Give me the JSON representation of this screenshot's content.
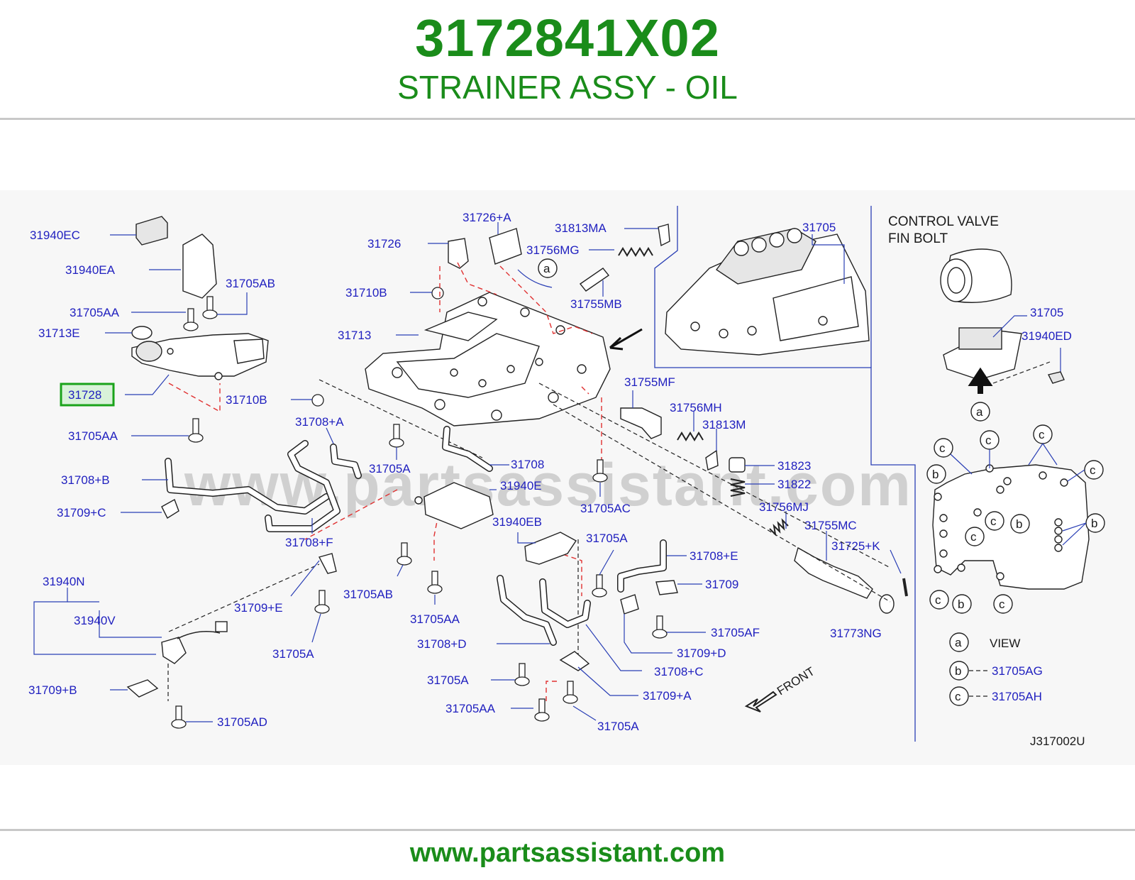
{
  "header": {
    "part_number": "3172841X02",
    "part_description": "STRAINER ASSY - OIL"
  },
  "diagram": {
    "watermark": "www.partsassistant.com",
    "highlighted_label": "31728",
    "labels": {
      "l_31940EC": "31940EC",
      "l_31940EA": "31940EA",
      "l_31705AB_1": "31705AB",
      "l_31705AA_1": "31705AA",
      "l_31713E": "31713E",
      "l_31710B_1": "31710B",
      "l_31705AA_2": "31705AA",
      "l_31708pB": "31708+B",
      "l_31709pC": "31709+C",
      "l_31708pF": "31708+F",
      "l_31708pA": "31708+A",
      "l_31940N": "31940N",
      "l_31940V": "31940V",
      "l_31709pE": "31709+E",
      "l_31705A_1": "31705A",
      "l_31709pB": "31709+B",
      "l_31705AD": "31705AD",
      "l_31726pA": "31726+A",
      "l_31726": "31726",
      "l_31710B_2": "31710B",
      "l_31713": "31713",
      "l_31813MA": "31813MA",
      "l_31756MG": "31756MG",
      "l_31755MB": "31755MB",
      "l_31705A_2": "31705A",
      "l_31708": "31708",
      "l_31940E": "31940E",
      "l_31940EB": "31940EB",
      "l_31705AB_2": "31705AB",
      "l_31705AA_3": "31705AA",
      "l_31708pD": "31708+D",
      "l_31705A_3": "31705A",
      "l_31705AA_4": "31705AA",
      "l_31705A_4": "31705A",
      "l_31709pA": "31709+A",
      "l_31708pC": "31708+C",
      "l_31705A_5": "31705A",
      "l_31708pE": "31708+E",
      "l_31709": "31709",
      "l_31705AF": "31705AF",
      "l_31709pD": "31709+D",
      "l_31705AC": "31705AC",
      "l_31755MF": "31755MF",
      "l_31756MH": "31756MH",
      "l_31813M": "31813M",
      "l_31823": "31823",
      "l_31822": "31822",
      "l_31756MJ": "31756MJ",
      "l_31755MC": "31755MC",
      "l_31725pK": "31725+K",
      "l_31773NG": "31773NG",
      "l_31705_main": "31705",
      "l_31705_inset": "31705",
      "l_31940ED": "31940ED",
      "l_31705AG": "31705AG",
      "l_31705AH": "31705AH"
    },
    "inset_title_line1": "CONTROL  VALVE",
    "inset_title_line2": "FIN  BOLT",
    "view_letter": "a",
    "view_label": "VIEW",
    "legend_b": "b",
    "legend_c": "c",
    "front_label": "FRONT",
    "drawing_code": "J317002U"
  },
  "footer": {
    "url": "www.partsassistant.com"
  }
}
